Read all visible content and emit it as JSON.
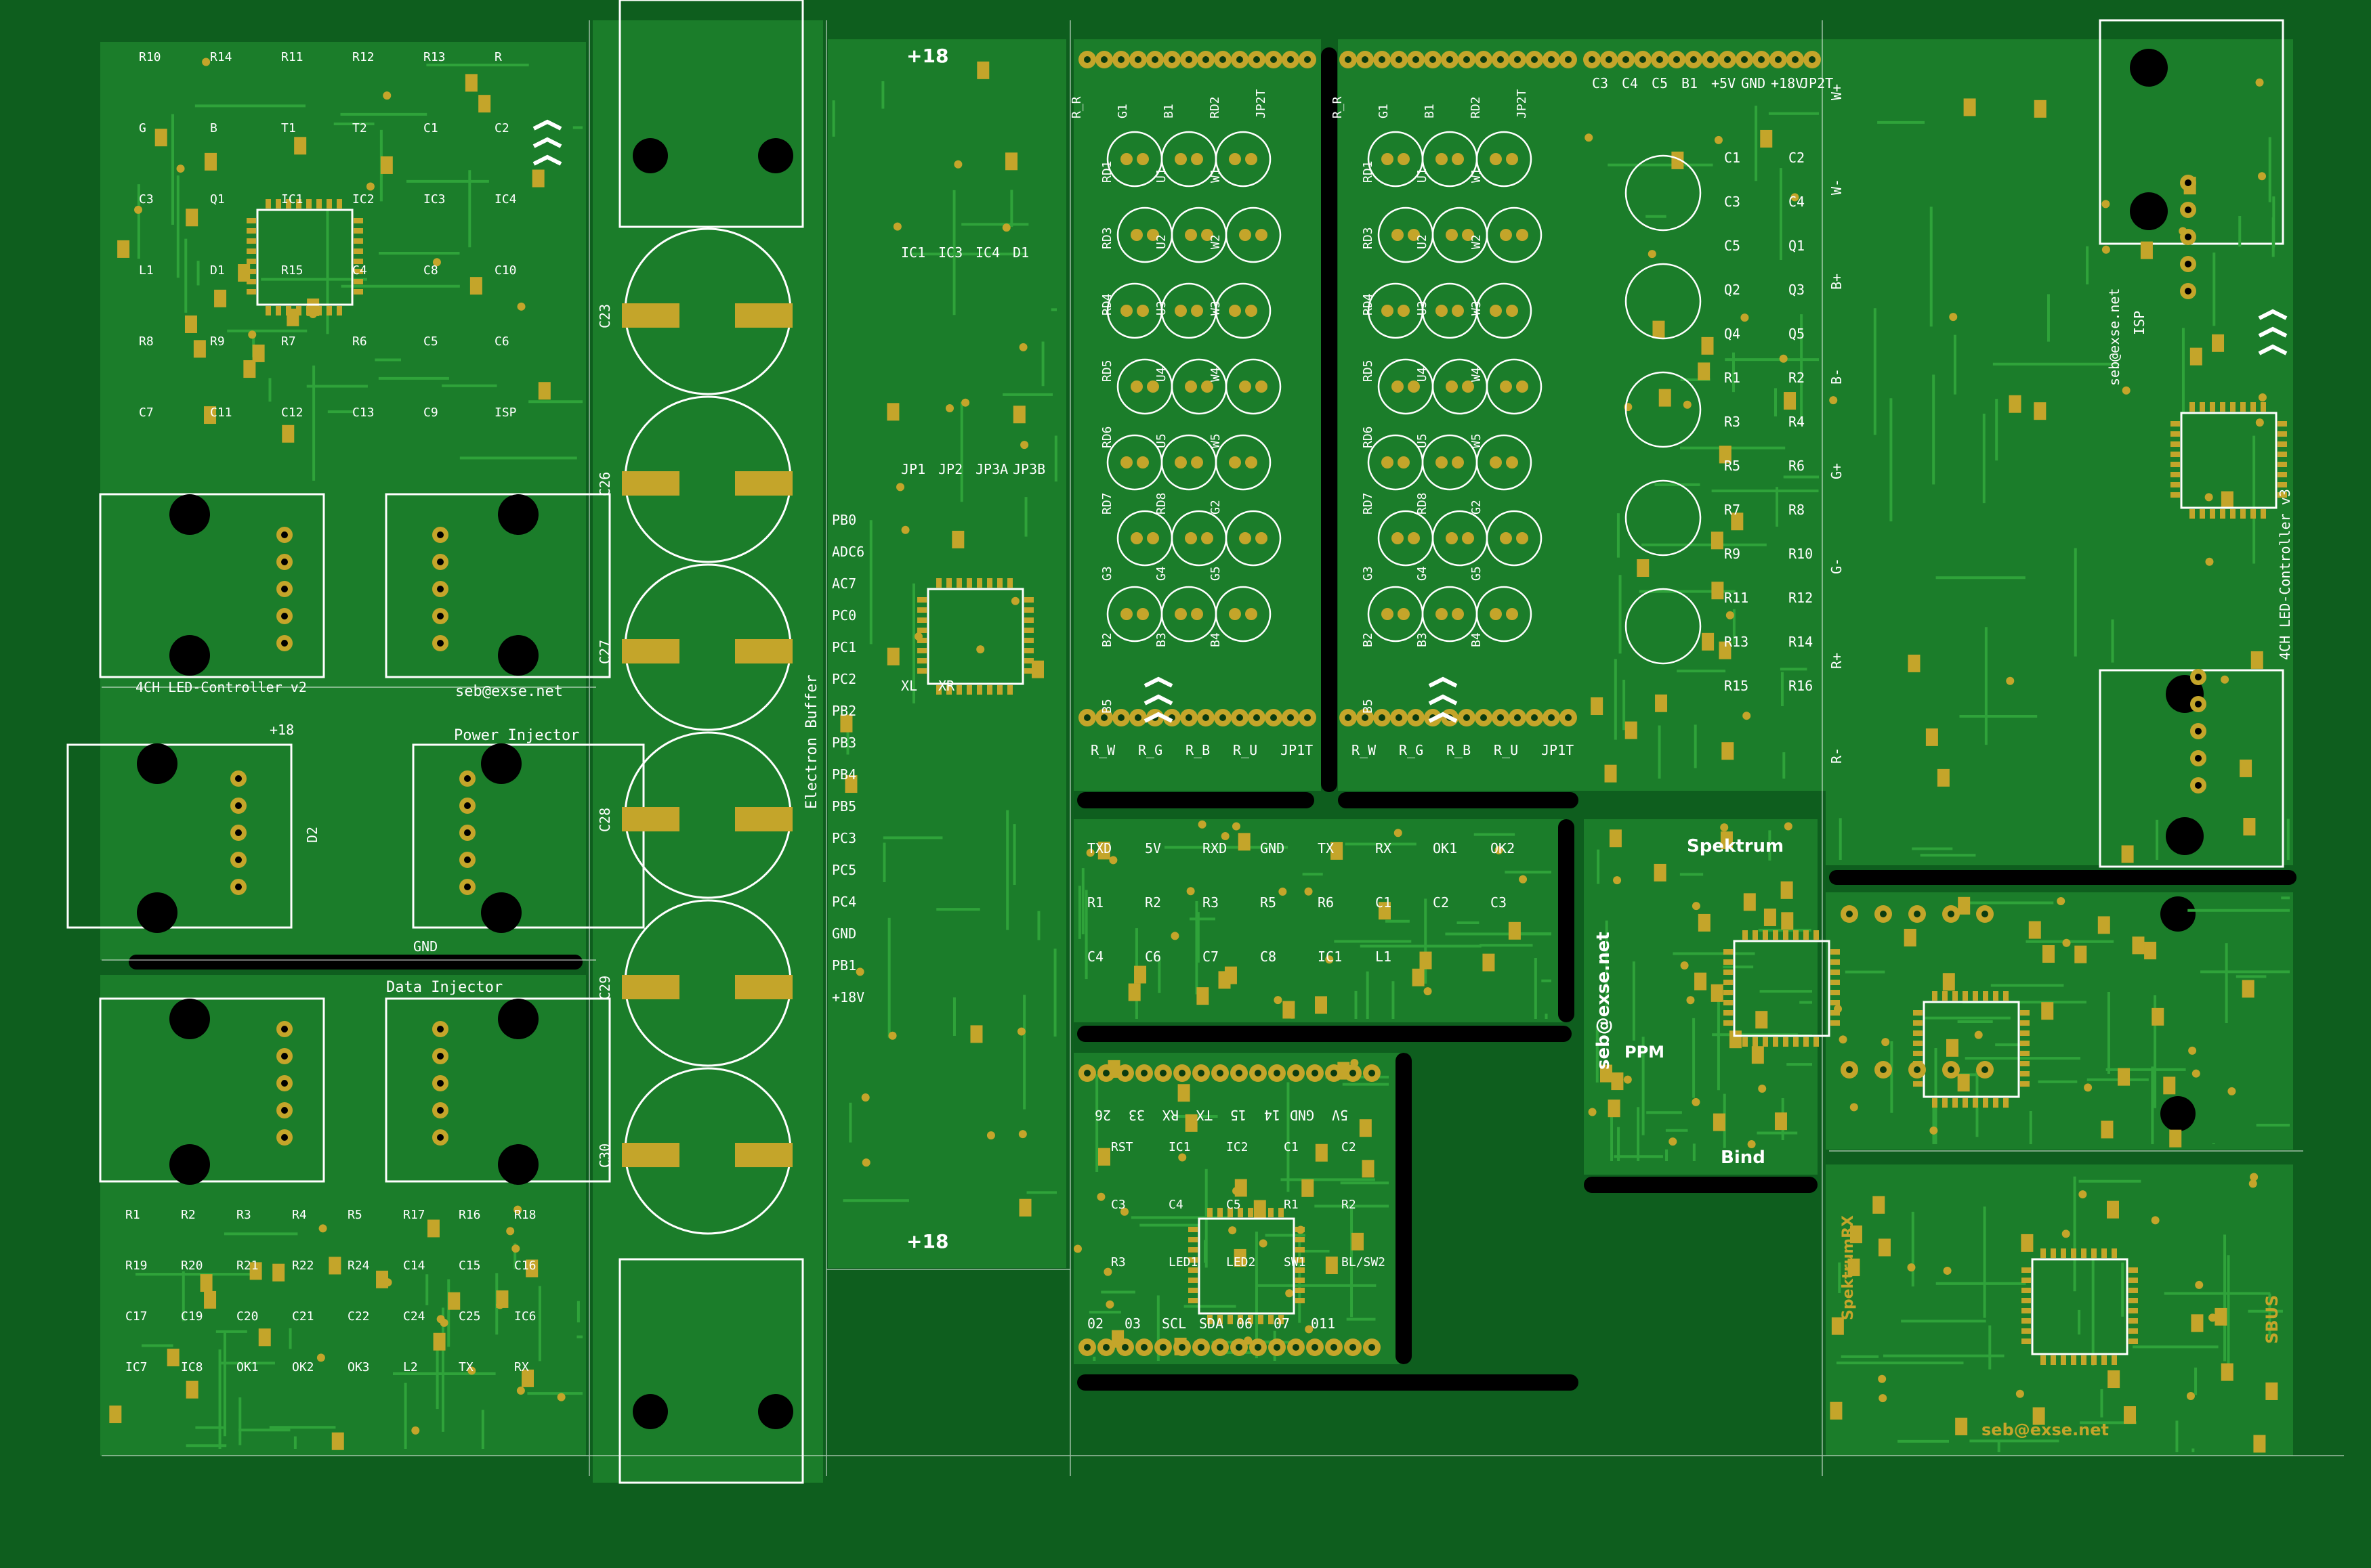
{
  "colors": {
    "background": "#0e5e1e",
    "board": "#1b7d2a",
    "copper": "#158423",
    "trace": "#2fa33a",
    "pad": "#c4a52a",
    "silk": "#ffffff",
    "slot": "#000000"
  },
  "boards": {
    "controller_v2": {
      "label": "4CH LED-Controller v2",
      "email": "seb@exse.net"
    },
    "power_injector": {
      "label": "Power Injector",
      "plus": "+18",
      "gnd": "GND",
      "diode": "D2"
    },
    "data_injector": {
      "label": "Data Injector"
    },
    "electron_buffer": {
      "label": "Electron Buffer",
      "caps": [
        "C23",
        "C26",
        "C27",
        "C28",
        "C29",
        "C30"
      ]
    },
    "center_strip": {
      "top": "+18",
      "bottom": "+18",
      "pins": [
        "PB0",
        "ADC6",
        "AC7",
        "PC0",
        "PC1",
        "PC2",
        "PB2",
        "PB3",
        "PB4",
        "PB5",
        "PC3",
        "PC5",
        "PC4",
        "GND",
        "PB1",
        "+18V"
      ],
      "parts": [
        "IC1",
        "IC3",
        "IC4",
        "D1",
        "JP1",
        "JP2",
        "JP3A",
        "JP3B",
        "XL",
        "XR"
      ]
    },
    "led_left": {
      "cols_top": [
        "R_R",
        "G1",
        "B1",
        "RD2",
        "JP2T"
      ],
      "cols_bottom": [
        "R_W",
        "R_G",
        "R_B",
        "R_U",
        "JP1T"
      ],
      "rows": [
        "RD1",
        "U1",
        "W1",
        "RD3",
        "U2",
        "W2",
        "RD4",
        "U3",
        "W3",
        "RD5",
        "U4",
        "W4",
        "RD6",
        "U5",
        "W5",
        "RD7",
        "RD8",
        "G2",
        "G3",
        "G4",
        "G5",
        "B2",
        "B3",
        "B4",
        "B5"
      ]
    },
    "led_right": {
      "cols_top": [
        "R_R",
        "G1",
        "B1",
        "RD2",
        "JP2T"
      ],
      "cols_bottom": [
        "R_W",
        "R_G",
        "R_B",
        "R_U",
        "JP1T"
      ],
      "rows": [
        "RD1",
        "U1",
        "W1",
        "RD3",
        "U2",
        "W2",
        "RD4",
        "U3",
        "W3",
        "RD5",
        "U4",
        "W4",
        "RD6",
        "U5",
        "W5",
        "RD7",
        "RD8",
        "G2",
        "G3",
        "G4",
        "G5",
        "B2",
        "B3",
        "B4",
        "B5"
      ]
    },
    "driver": {
      "top_labels": [
        "C3",
        "C4",
        "C5",
        "B1",
        "+5V",
        "GND",
        "+18V",
        "JP2T"
      ],
      "parts": [
        "C1",
        "C2",
        "C3",
        "C4",
        "C5",
        "Q1",
        "Q2",
        "Q3",
        "Q4",
        "Q5",
        "R1",
        "R2",
        "R3",
        "R4",
        "R5",
        "R6",
        "R7",
        "R8",
        "R9",
        "R10",
        "R11",
        "R12",
        "R13",
        "R14",
        "R15",
        "R16"
      ]
    },
    "usb_serial": {
      "labels": [
        "TXD",
        "5V",
        "RXD",
        "GND",
        "TX",
        "RX",
        "OK1",
        "OK2",
        "R1",
        "R2",
        "R3",
        "R5",
        "R6",
        "C1",
        "C2",
        "C3",
        "C4",
        "C6",
        "C7",
        "C8",
        "IC1",
        "L1"
      ]
    },
    "spektrum": {
      "title": "Spektrum",
      "email": "seb@exse.net",
      "ppm": "PPM",
      "bind": "Bind"
    },
    "arduino": {
      "top": [
        "26",
        "33",
        "RX",
        "TX",
        "15",
        "14",
        "GND",
        "5V"
      ],
      "bottom": [
        "02",
        "03",
        "SCL",
        "SDA",
        "06",
        "07",
        "011"
      ],
      "parts": [
        "RST",
        "IC1",
        "IC2",
        "C1",
        "C2",
        "C3",
        "C4",
        "C5",
        "R1",
        "R2",
        "R3",
        "LED1",
        "LED2",
        "SW1",
        "BL/SW2"
      ]
    },
    "controller_v3": {
      "label": "4CH LED-Controller v3",
      "email": "seb@exse.net",
      "rails": [
        "W+",
        "W-",
        "B+",
        "B-",
        "G+",
        "G-",
        "R+",
        "R-"
      ],
      "isp": "ISP"
    },
    "usb_board": {
      "label": ""
    },
    "spektrum_rx": {
      "label": "SpektrumRX",
      "sbus": "SBUS",
      "email": "seb@exse.net"
    }
  },
  "misc_labels": [
    "R10",
    "R14",
    "R11",
    "R12",
    "R13",
    "R",
    "G",
    "B",
    "T1",
    "T2",
    "C1",
    "C2",
    "C3",
    "Q1",
    "IC1",
    "IC2",
    "IC3",
    "IC4",
    "L1",
    "D1",
    "R15",
    "C4",
    "C8",
    "C10",
    "R8",
    "R9",
    "R7",
    "R6",
    "C5",
    "C6",
    "C7",
    "C11",
    "C12",
    "C13",
    "C9",
    "ISP",
    "R1",
    "R2",
    "R3",
    "R4",
    "R5",
    "R17",
    "R16",
    "R18",
    "R19",
    "R20",
    "R21",
    "R22",
    "R24",
    "C14",
    "C15",
    "C16",
    "C17",
    "C19",
    "C20",
    "C21",
    "C22",
    "C24",
    "C25",
    "IC6",
    "IC7",
    "IC8",
    "OK1",
    "OK2",
    "OK3",
    "L2",
    "TX",
    "RX"
  ]
}
